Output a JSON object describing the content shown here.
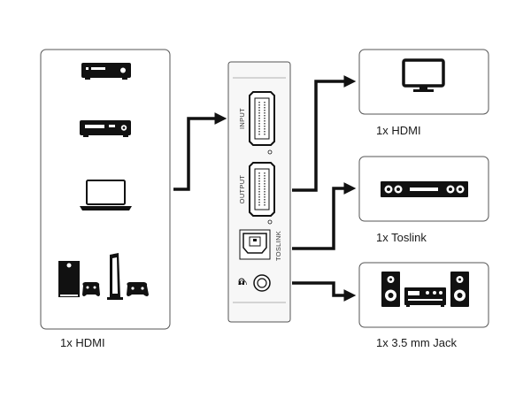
{
  "source": {
    "caption": "1x HDMI",
    "icons": [
      "media-player-icon",
      "bluray-player-icon",
      "laptop-icon",
      "game-console-icon"
    ]
  },
  "device": {
    "ports": {
      "input": "INPUT",
      "output": "OUTPUT",
      "toslink": "TOSLINK"
    },
    "icons": [
      "hdmi-port-icon",
      "toslink-port-icon",
      "headphone-icon",
      "audio-jack-icon"
    ]
  },
  "outputs": [
    {
      "caption": "1x HDMI",
      "icon": "tv-monitor-icon"
    },
    {
      "caption": "1x Toslink",
      "icon": "soundbar-icon"
    },
    {
      "caption": "1x 3.5 mm Jack",
      "icon": "stereo-speakers-icon"
    }
  ],
  "colors": {
    "line": "#111111",
    "box_stroke": "#555555",
    "device_fill": "#f7f7f7"
  }
}
